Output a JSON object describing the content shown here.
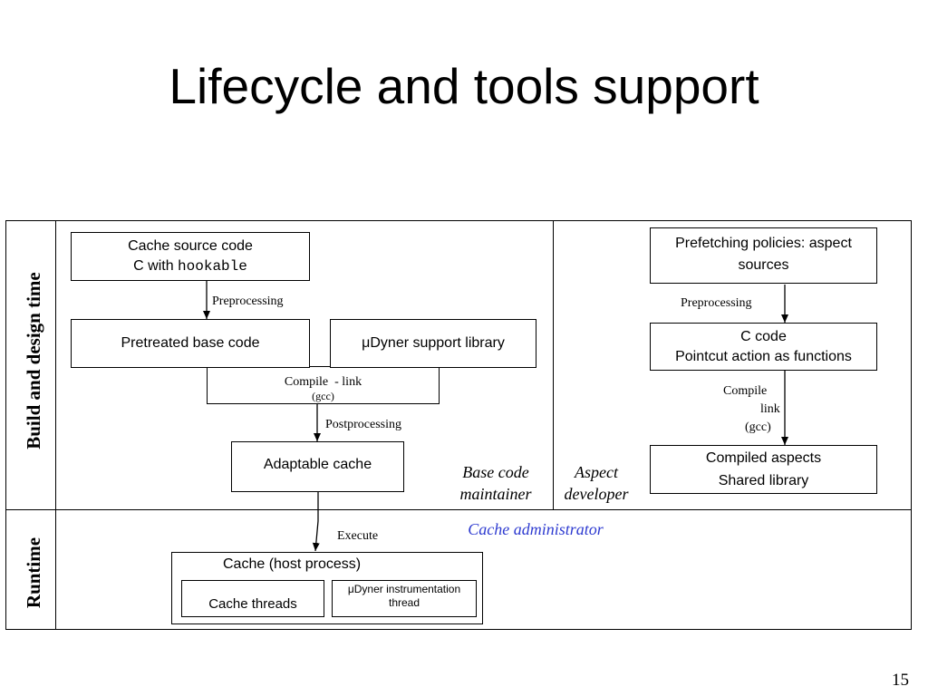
{
  "slide": {
    "title": "Lifecycle and tools support",
    "page_number": "15"
  },
  "lanes": {
    "build_time": "Build and design time",
    "runtime": "Runtime"
  },
  "boxes": {
    "cache_source": {
      "line1": "Cache source code",
      "line2_prefix": "C with ",
      "line2_code": "hookable"
    },
    "pretreated": "Pretreated base code",
    "support_lib": "μDyner support library",
    "compile_link_line1": "Compile  - link",
    "compile_link_line2": "(gcc)",
    "adaptable_cache": "Adaptable cache",
    "host_process": "Cache (host process)",
    "cache_threads": "Cache threads",
    "instr_thread": {
      "line1": "μDyner instrumentation",
      "line2": "thread"
    },
    "prefetch": {
      "line1": "Prefetching policies: aspect",
      "line2": "sources"
    },
    "c_code": {
      "line1": "C code",
      "line2": "Pointcut action as functions"
    },
    "compiled_aspects": {
      "line1": "Compiled aspects",
      "line2": "Shared library"
    }
  },
  "arrows": {
    "preprocessing_left": "Preprocessing",
    "postprocessing": "Postprocessing",
    "execute": "Execute",
    "preprocessing_right": "Preprocessing",
    "compile": "Compile",
    "link": "link",
    "gcc": "(gcc)"
  },
  "roles": {
    "base_code_maintainer": {
      "line1": "Base code",
      "line2": "maintainer"
    },
    "aspect_developer": {
      "line1": "Aspect",
      "line2": "developer"
    },
    "cache_administrator": "Cache administrator"
  },
  "colors": {
    "administrator": "#2e3bd0"
  }
}
